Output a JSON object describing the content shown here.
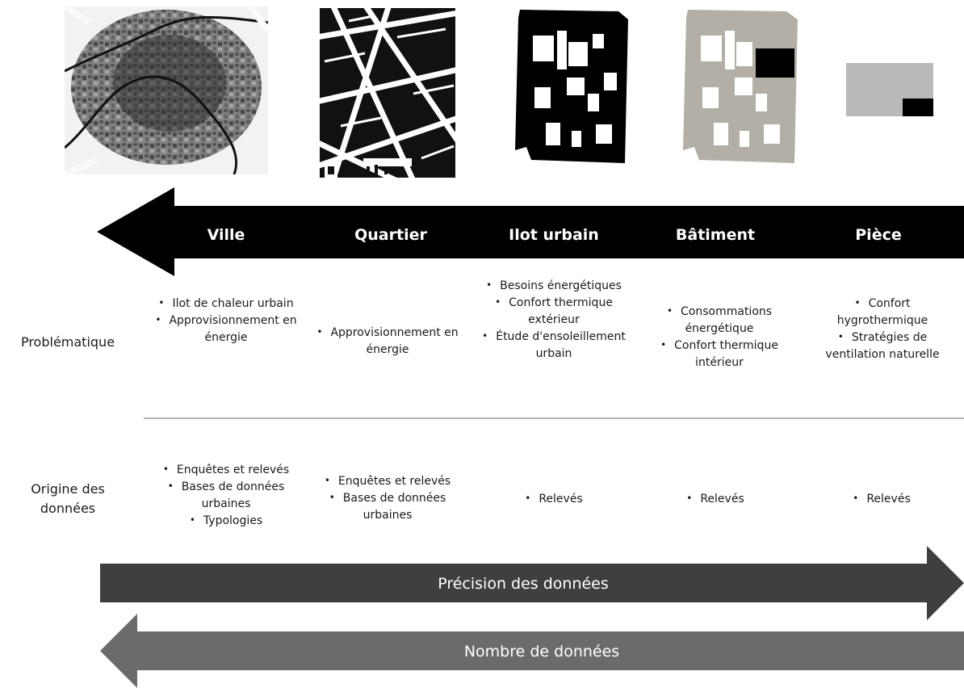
{
  "scales": [
    {
      "label": "Ville"
    },
    {
      "label": "Quartier"
    },
    {
      "label": "Ilot urbain"
    },
    {
      "label": "Bâtiment"
    },
    {
      "label": "Pièce"
    }
  ],
  "rows": {
    "problematique": {
      "header": "Problématique",
      "cells": [
        [
          "Ilot de chaleur urbain",
          "Approvisionnement en énergie"
        ],
        [
          "Approvisionnement en énergie"
        ],
        [
          "Besoins énergétiques",
          "Confort thermique extérieur",
          "Étude d'ensoleillement urbain"
        ],
        [
          "Consommations énergétique",
          "Confort thermique intérieur"
        ],
        [
          "Confort hygrothermique",
          "Stratégies de ventilation naturelle"
        ]
      ]
    },
    "origine": {
      "header": "Origine des données",
      "cells": [
        [
          "Enquêtes et relevés",
          "Bases de données urbaines",
          "Typologies"
        ],
        [
          "Enquêtes et relevés",
          "Bases de données urbaines"
        ],
        [
          "Relevés"
        ],
        [
          "Relevés"
        ],
        [
          "Relevés"
        ]
      ]
    }
  },
  "arrows": {
    "precision": "Précision des données",
    "nombre": "Nombre de données"
  },
  "colors": {
    "scale_arrow": "#000000",
    "precision_arrow": "#3f3f3f",
    "nombre_arrow": "#6b6b6b",
    "building_grey": "#b3aea6",
    "room_grey": "#b9b9b9"
  }
}
